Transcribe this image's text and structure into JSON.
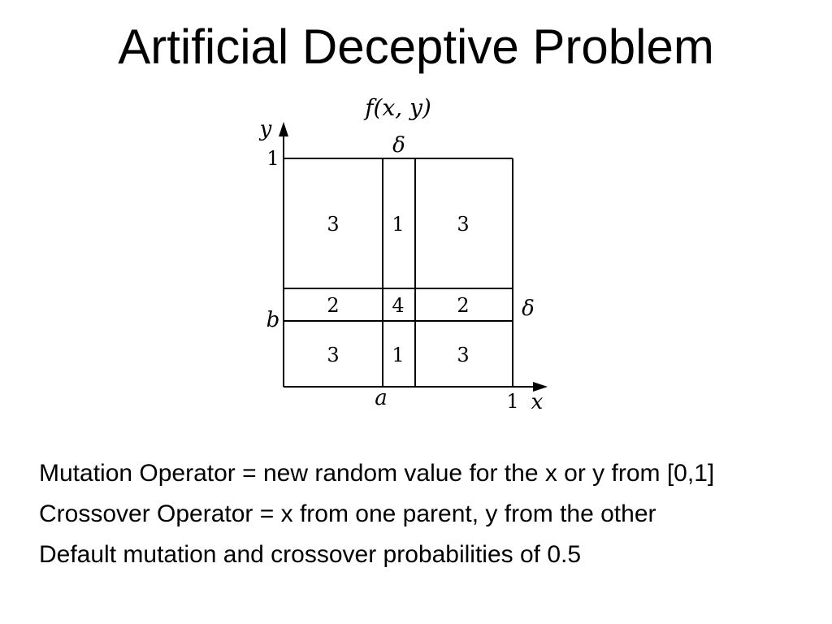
{
  "slide": {
    "title": "Artificial Deceptive Problem"
  },
  "diagram": {
    "function_label": "f(x, y)",
    "axis_x_label": "x",
    "axis_y_label": "y",
    "x_tick_one": "1",
    "y_tick_one": "1",
    "x_marker": "a",
    "y_marker": "b",
    "vertical_band_label": "δ",
    "horizontal_band_label": "δ",
    "cells": {
      "top": [
        "3",
        "1",
        "3"
      ],
      "middle": [
        "2",
        "4",
        "2"
      ],
      "bottom": [
        "3",
        "1",
        "3"
      ]
    }
  },
  "bullets": [
    "Mutation Operator = new random value for the x or y from [0,1]",
    "Crossover Operator = x from one parent, y from the other",
    "Default mutation and crossover probabilities of 0.5"
  ]
}
